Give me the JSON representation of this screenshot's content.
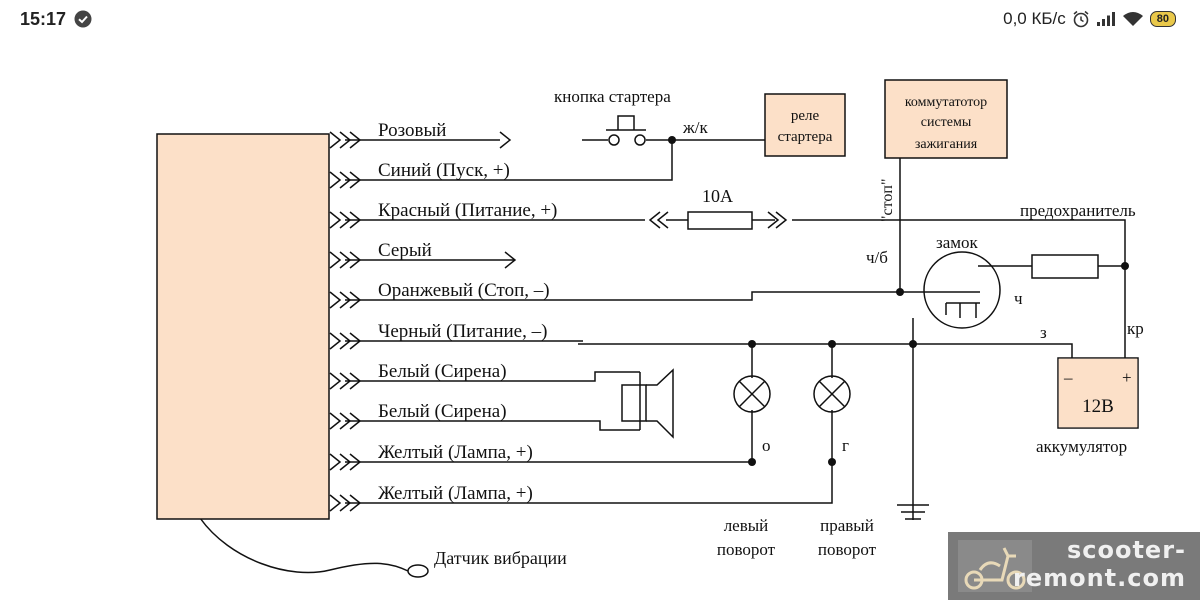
{
  "status": {
    "time": "15:17",
    "network_speed": "0,0 КБ/с",
    "battery": "80",
    "icons": [
      "check-circle-icon",
      "alarm-icon",
      "signal-icon",
      "wifi-icon",
      "battery-icon"
    ]
  },
  "wires": [
    {
      "label": "Розовый"
    },
    {
      "label": "Синий (Пуск, +)"
    },
    {
      "label": "Красный (Питание, +)"
    },
    {
      "label": "Серый"
    },
    {
      "label": "Оранжевый (Стоп, –)"
    },
    {
      "label": "Черный (Питание, –)"
    },
    {
      "label": "Белый (Сирена)"
    },
    {
      "label": "Белый (Сирена)"
    },
    {
      "label": "Желтый (Лампа, +)"
    },
    {
      "label": "Желтый (Лампа, +)"
    }
  ],
  "labels": {
    "starter_button": "кнопка стартера",
    "zhk": "ж/к",
    "starter_relay_1": "реле",
    "starter_relay_2": "стартера",
    "ignition_1": "коммутатотор",
    "ignition_2": "системы",
    "ignition_3": "зажигания",
    "stop": "\"стоп\"",
    "fuse_10a": "10А",
    "fuse": "предохранитель",
    "lock": "замок",
    "chb": "ч/б",
    "ch": "ч",
    "z": "з",
    "kr": "кр",
    "minus": "–",
    "plus": "+",
    "battery_voltage": "12В",
    "battery": "аккумулятор",
    "o": "о",
    "g": "г",
    "left_turn_1": "левый",
    "left_turn_2": "поворот",
    "right_turn_1": "правый",
    "right_turn_2": "поворот",
    "vibration_sensor": "Датчик вибрации"
  },
  "watermark": {
    "line1": "scooter-",
    "line2": "remont.com"
  },
  "colors": {
    "alarm_unit": "#fce0c8",
    "component_box": "#fce0c8",
    "watermark_bg": "#7a7a7a"
  }
}
